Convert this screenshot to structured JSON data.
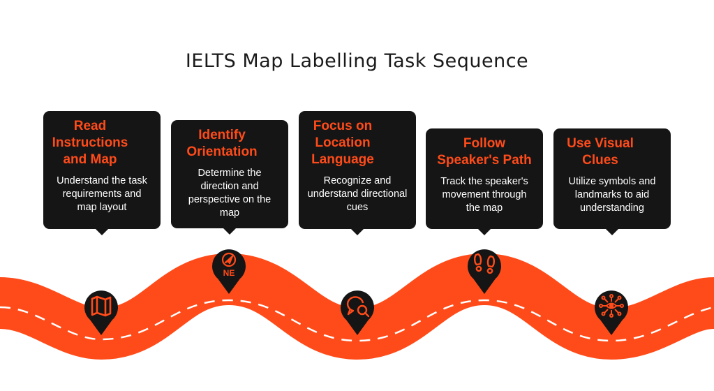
{
  "title": "IELTS Map Labelling Task Sequence",
  "colors": {
    "accent": "#ff4b1a",
    "card": "#151515",
    "road": "#ff4b1a"
  },
  "steps": [
    {
      "title": "Read Instructions and Map",
      "description": "Understand the task requirements and map layout",
      "icon": "map-icon"
    },
    {
      "title": "Identify Orientation",
      "description": "Determine the direction and perspective on the map",
      "icon": "compass-icon",
      "icon_label": "NE"
    },
    {
      "title": "Focus on Location Language",
      "description": "Recognize and understand directional cues",
      "icon": "speech-search-icon"
    },
    {
      "title": "Follow Speaker's Path",
      "description": "Track the speaker's movement through the map",
      "icon": "footprints-icon"
    },
    {
      "title": "Use Visual Clues",
      "description": "Utilize symbols and landmarks to aid understanding",
      "icon": "network-eye-icon"
    }
  ]
}
